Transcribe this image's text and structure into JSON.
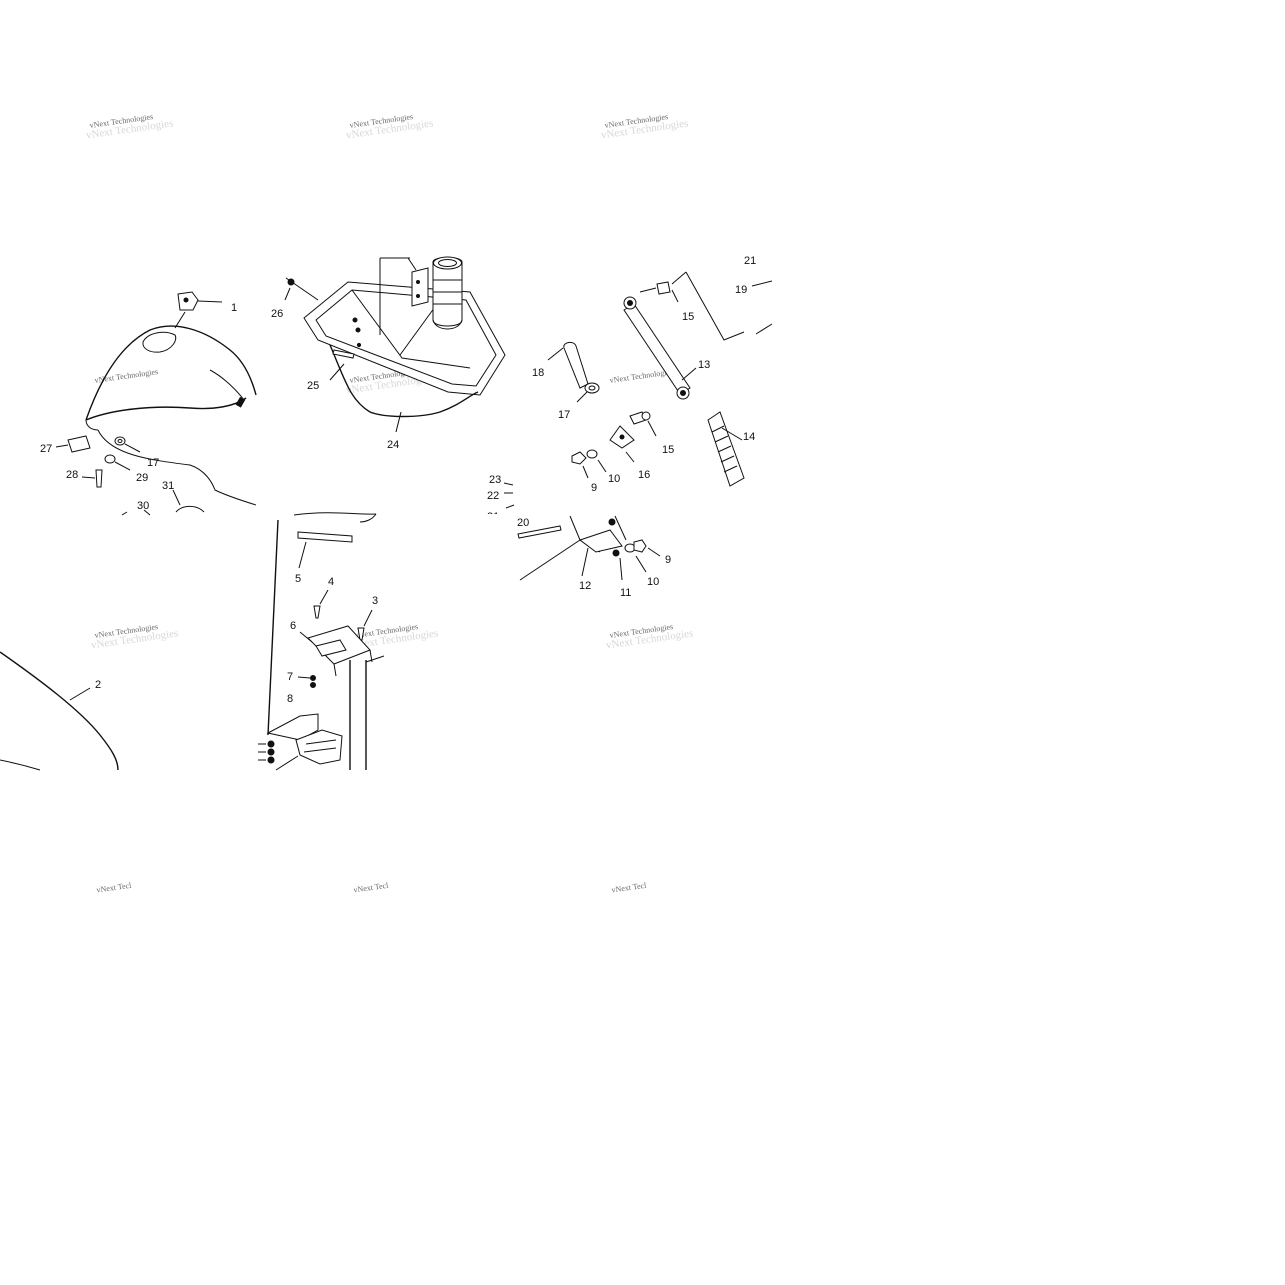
{
  "diagram": {
    "labels": [
      "1",
      "2",
      "3",
      "4",
      "5",
      "6",
      "7",
      "8",
      "9",
      "10",
      "11",
      "12",
      "13",
      "14",
      "15",
      "16",
      "17",
      "18",
      "19",
      "20",
      "21",
      "22",
      "23",
      "24",
      "25",
      "26",
      "27",
      "28",
      "29",
      "30",
      "31"
    ],
    "watermark": "vNext Technologies",
    "watermark_partial": "vNext Tecl",
    "colors": {
      "ink": "#111111",
      "watermark": "#6a6a6a",
      "background": "#ffffff"
    }
  }
}
